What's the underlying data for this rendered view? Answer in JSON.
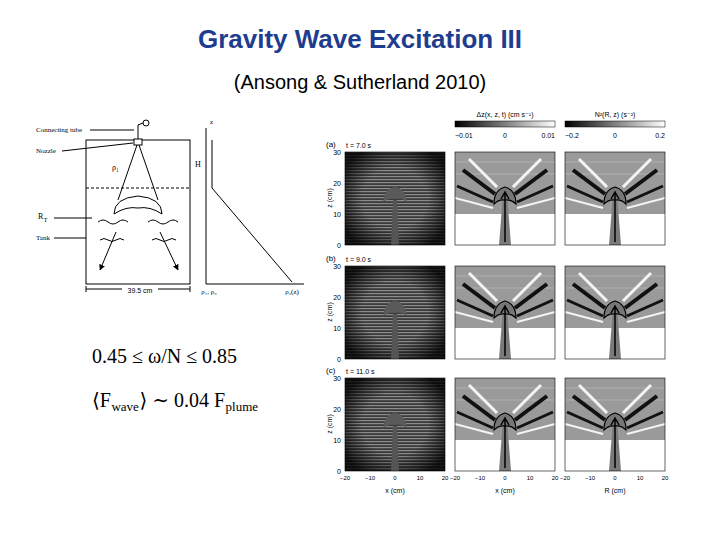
{
  "diagram": {
    "title": "Gravity Wave Excitation III",
    "labels": [
      "(Ansong & Sutherland 2010)",
      "Connecting tube",
      "Nozzle",
      "ρ₁",
      "H",
      "z",
      "R",
      "T",
      "Tank",
      "39.5 cm",
      "ρ₁, ρ₀",
      "ρ₂(z)",
      "0.45 ≤ ω/N ≤ 0.85",
      "⟨F",
      "wave",
      "⟩ ∼ 0.04 F",
      "plume",
      "Δz(x, z, t) (cm s⁻¹)",
      "−0.01",
      "0",
      "0.01",
      "N²(R, z) (s⁻²)",
      "−0.2",
      "0",
      "0.2",
      "(a)",
      "t = 7.0 s",
      "30",
      "20",
      "10",
      "0",
      "z (cm)",
      "(b)",
      "t = 9.0 s",
      "30",
      "20",
      "10",
      "0",
      "z (cm)",
      "(c)",
      "t = 11.0 s",
      "30",
      "20",
      "10",
      "0",
      "z (cm)",
      "−20",
      "−10",
      "0",
      "10",
      "20",
      "x (cm)",
      "−20",
      "−10",
      "0",
      "10",
      "20",
      "x (cm)",
      "−20",
      "−10",
      "0",
      "10",
      "20",
      "R (cm)"
    ]
  }
}
